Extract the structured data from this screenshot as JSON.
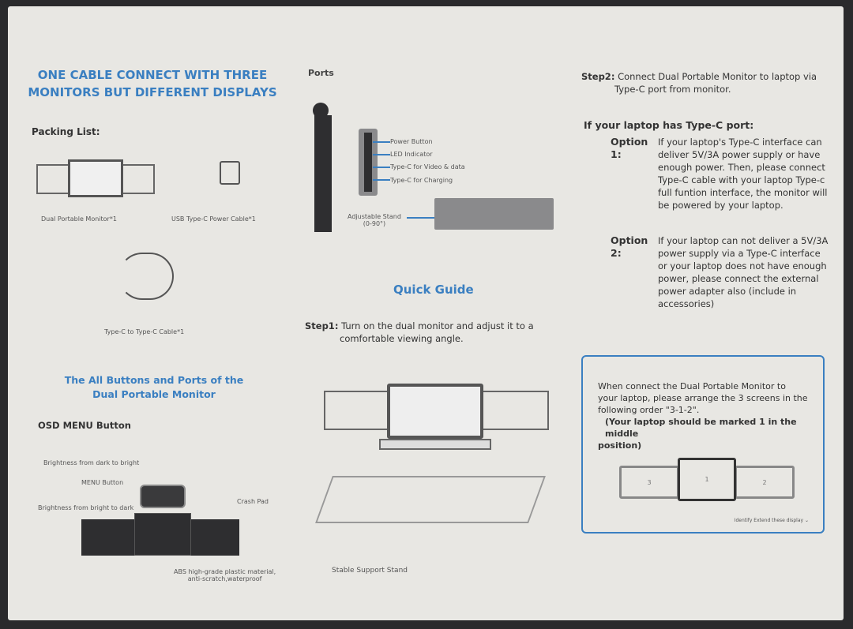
{
  "title": [
    "ONE CABLE CONNECT WITH THREE",
    "MONITORS BUT DIFFERENT DISPLAYS"
  ],
  "packing": {
    "heading": "Packing List:",
    "items": [
      "Dual Portable Monitor*1",
      "USB Type-C Power Cable*1",
      "Type-C to Type-C Cable*1"
    ]
  },
  "buttons_heading": [
    "The All Buttons and Ports of the",
    "Dual Portable Monitor"
  ],
  "osd": {
    "heading": "OSD MENU Button",
    "labels": [
      "Brightness from dark to bright",
      "MENU Button",
      "Brightness from bright to dark",
      "Crash Pad",
      "ABS high-grade plastic material,",
      "anti-scratch,waterproof"
    ]
  },
  "ports": {
    "heading": "Ports",
    "labels": [
      "Power  Button",
      "LED Indicator",
      "Type-C for Video & data",
      "Type-C for Charging"
    ],
    "stand": [
      "Adjustable Stand",
      "(0-90°)"
    ]
  },
  "quick_guide": "Quick Guide",
  "step1": {
    "label": "Step1:",
    "text": [
      "Turn on the dual monitor and adjust it to a",
      "comfortable viewing angle."
    ]
  },
  "stand_label": "Stable Support Stand",
  "step2": {
    "label": "Step2:",
    "text": [
      "Connect Dual Portable Monitor to laptop via",
      "Type-C port from monitor."
    ]
  },
  "typec_heading": "If your laptop has Type-C port:",
  "option1": {
    "label": "Option 1:",
    "lines": [
      "If your laptop's Type-C interface can",
      "deliver 5V/3A power supply or have",
      "enough power. Then, please connect",
      "Type-C cable with your laptop Type-c",
      "full funtion interface, the monitor will",
      "be powered by your laptop."
    ]
  },
  "option2": {
    "label": "Option 2:",
    "lines": [
      "If your laptop can not deliver a 5V/3A",
      "power supply via a Type-C interface",
      "or your laptop does not have enough",
      "power, please connect the external",
      "power adapter also (include in",
      "accessories)"
    ]
  },
  "arrange": {
    "lines": [
      "When connect the Dual Portable Monitor to",
      "your laptop, please arrange the 3 screens in the",
      "following order \"3-1-2\"."
    ],
    "bold": [
      "(Your laptop should be marked 1 in the middle",
      "position)"
    ],
    "screens": [
      "3",
      "1",
      "2"
    ],
    "footer": "Identify   Extend these display  ⌄"
  },
  "colors": {
    "accent": "#3a7fc1",
    "paper": "#e8e7e3"
  }
}
